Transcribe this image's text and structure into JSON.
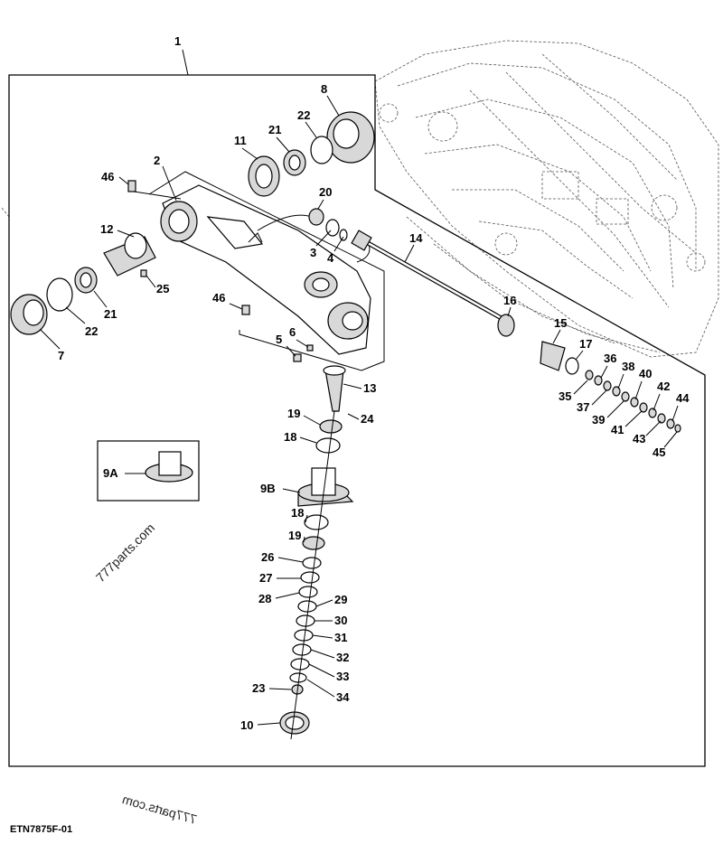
{
  "diagram": {
    "figure_code": "ETN7875F-01",
    "watermark": "777parts.com",
    "callouts": [
      "1",
      "2",
      "3",
      "4",
      "5",
      "6",
      "7",
      "8",
      "9A",
      "9B",
      "10",
      "11",
      "12",
      "13",
      "14",
      "15",
      "16",
      "17",
      "18",
      "18",
      "19",
      "19",
      "20",
      "21",
      "21",
      "22",
      "22",
      "23",
      "24",
      "25",
      "26",
      "27",
      "28",
      "29",
      "30",
      "31",
      "32",
      "33",
      "34",
      "35",
      "36",
      "37",
      "38",
      "39",
      "40",
      "41",
      "42",
      "43",
      "44",
      "45",
      "46",
      "46"
    ]
  }
}
